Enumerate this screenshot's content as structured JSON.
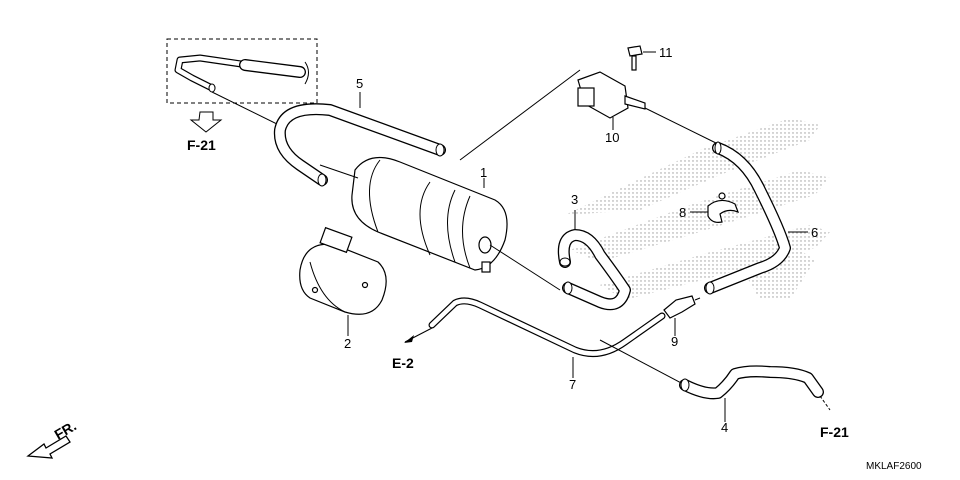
{
  "diagram": {
    "code": "MKLAF2600",
    "callouts": [
      {
        "id": "1",
        "label": "1"
      },
      {
        "id": "2",
        "label": "2"
      },
      {
        "id": "3",
        "label": "3"
      },
      {
        "id": "4",
        "label": "4"
      },
      {
        "id": "5",
        "label": "5"
      },
      {
        "id": "6",
        "label": "6"
      },
      {
        "id": "7",
        "label": "7"
      },
      {
        "id": "8",
        "label": "8"
      },
      {
        "id": "9",
        "label": "9"
      },
      {
        "id": "10",
        "label": "10"
      },
      {
        "id": "11",
        "label": "11"
      }
    ],
    "references": {
      "f21_top": "F-21",
      "f21_bottom": "F-21",
      "e2": "E-2"
    },
    "front_marker": "FR."
  }
}
